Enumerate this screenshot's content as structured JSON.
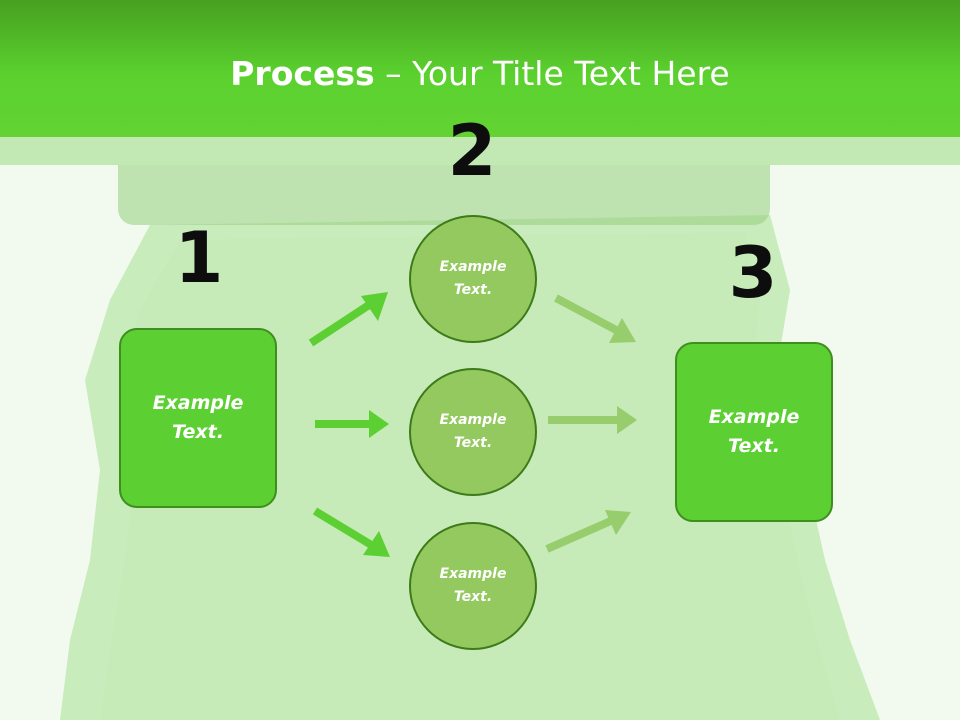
{
  "slide": {
    "title_bold": "Process",
    "title_rest": " – Your Title Text Here"
  },
  "steps": {
    "one": {
      "number": "1",
      "text": "Example Text."
    },
    "two": {
      "number": "2",
      "items": [
        {
          "text": "Example Text."
        },
        {
          "text": "Example Text."
        },
        {
          "text": "Example Text."
        }
      ]
    },
    "three": {
      "number": "3",
      "text": "Example Text."
    }
  },
  "colors": {
    "header": "#5bd12f",
    "box_fill": "#5ccf33",
    "circle_fill": "#93c95f",
    "arrow_left": "#5ccf33",
    "arrow_right": "#97cd6c"
  }
}
